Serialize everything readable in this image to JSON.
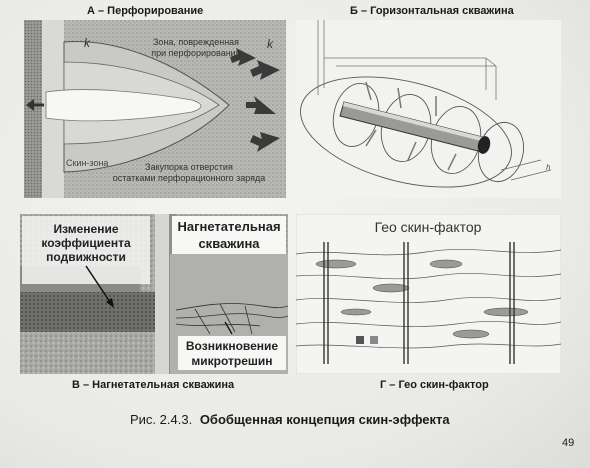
{
  "panels": {
    "a": {
      "caption": "А – Перфорирование",
      "label_k_left": "k",
      "label_k_right": "k",
      "zone_damaged_line1": "Зона, поврежденная",
      "zone_damaged_line2": "при перфорировании",
      "skin_zone": "Скин-зона",
      "plug_line1": "Закупорка отверстия",
      "plug_line2": "остатками перфорационного заряда"
    },
    "b": {
      "caption": "Б – Горизонтальная скважина",
      "label_h": "h"
    },
    "v": {
      "caption": "В – Нагнетательная скважина",
      "mobility_line1": "Изменение",
      "mobility_line2": "коэффициента",
      "mobility_line3": "подвижности",
      "well_line1": "Нагнетательная",
      "well_line2": "скважина",
      "micro_line1": "Возникновение",
      "micro_line2": "микротрешин"
    },
    "g": {
      "caption": "Г – Гео скин-фактор",
      "title": "Гео скин-фактор"
    }
  },
  "figure": {
    "number": "Рис. 2.4.3.",
    "title": "Обобщенная концепция скин-эффекта"
  },
  "page_number": "49"
}
